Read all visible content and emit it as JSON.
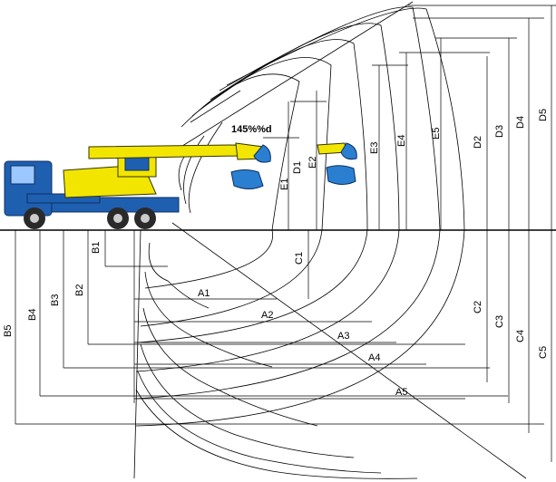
{
  "figure": {
    "angle_label": "145%%d",
    "dimension_labels": {
      "A1": "A1",
      "A2": "A2",
      "A3": "A3",
      "A4": "A4",
      "A5": "A5",
      "B1": "B1",
      "B2": "B2",
      "B3": "B3",
      "B4": "B4",
      "B5": "B5",
      "C1": "C1",
      "C2": "C2",
      "C3": "C3",
      "C4": "C4",
      "C5": "C5",
      "D1": "D1",
      "D2": "D2",
      "D3": "D3",
      "D4": "D4",
      "D5": "D5",
      "E1": "E1",
      "E2": "E2",
      "E3": "E3",
      "E4": "E4",
      "E5": "E5"
    },
    "colors": {
      "truck_cab": "#1f5fb0",
      "truck_dark": "#0d2f66",
      "crane_yellow": "#f2e600",
      "crane_outline": "#333300",
      "bucket_blue": "#2a7fd0",
      "wheel": "#2a2a2a"
    },
    "icons": [
      "truck-icon",
      "crane-arm-icon",
      "bucket-icon"
    ]
  }
}
